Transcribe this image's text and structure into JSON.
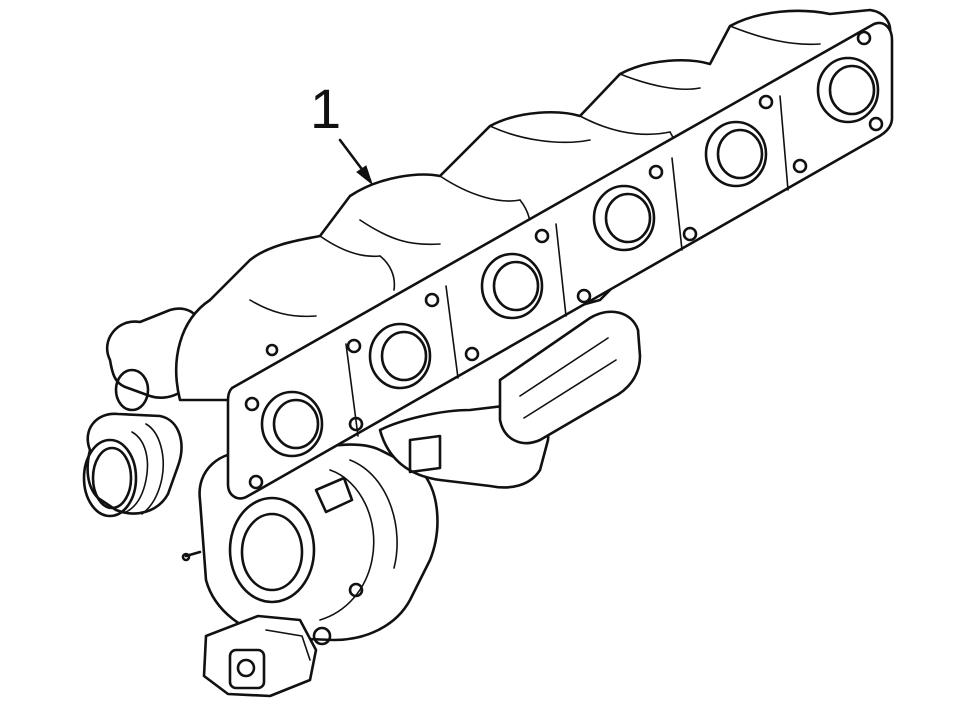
{
  "callouts": [
    {
      "number": "1",
      "target": "exhaust-manifold-turbocharger"
    }
  ],
  "colors": {
    "line": "#111111",
    "background": "#ffffff"
  },
  "parts": {
    "port_count": 6,
    "bolt_hole_count": 14
  }
}
